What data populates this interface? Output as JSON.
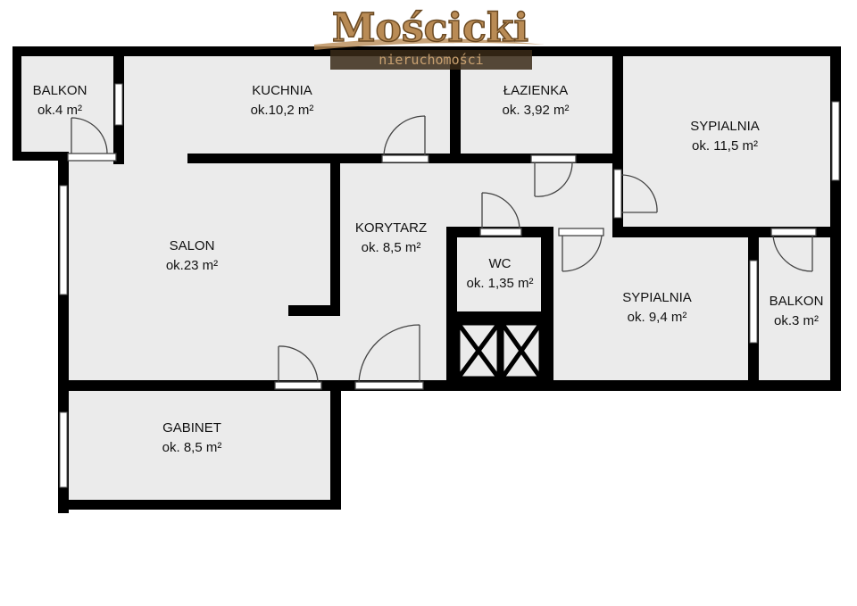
{
  "logo": {
    "name": "Mościcki",
    "tagline": "nieruchomości",
    "color": "#b98b55"
  },
  "colors": {
    "floor": "#ebebeb",
    "wall": "#000000",
    "door": "#444444",
    "window": "#ffffff"
  },
  "rooms": [
    {
      "id": "balkon-1",
      "name": "BALKON",
      "area": "ok.4 m²"
    },
    {
      "id": "kuchnia",
      "name": "KUCHNIA",
      "area": "ok.10,2 m²"
    },
    {
      "id": "lazienka",
      "name": "ŁAZIENKA",
      "area": "ok. 3,92 m²"
    },
    {
      "id": "sypialnia-1",
      "name": "SYPIALNIA",
      "area": "ok. 11,5 m²"
    },
    {
      "id": "salon",
      "name": "SALON",
      "area": "ok.23 m²"
    },
    {
      "id": "korytarz",
      "name": "KORYTARZ",
      "area": "ok. 8,5 m²"
    },
    {
      "id": "wc",
      "name": "WC",
      "area": "ok. 1,35 m²"
    },
    {
      "id": "sypialnia-2",
      "name": "SYPIALNIA",
      "area": "ok. 9,4 m²"
    },
    {
      "id": "balkon-2",
      "name": "BALKON",
      "area": "ok.3 m²"
    },
    {
      "id": "gabinet",
      "name": "GABINET",
      "area": "ok. 8,5 m²"
    }
  ]
}
